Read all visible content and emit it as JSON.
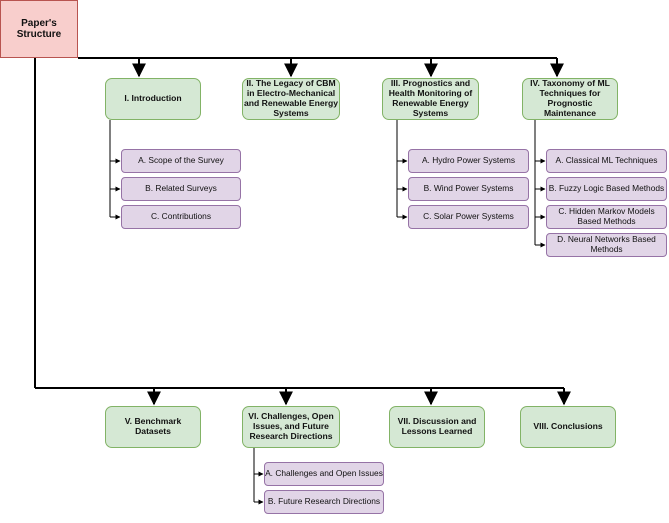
{
  "root": {
    "label": "Paper's Structure"
  },
  "sections": [
    {
      "id": "s1",
      "label": "I. Introduction"
    },
    {
      "id": "s2",
      "label": "II.  The Legacy of  CBM in Electro-Mechanical and Renewable Energy Systems"
    },
    {
      "id": "s3",
      "label": "III. Prognostics and Health Monitoring of Renewable Energy Systems"
    },
    {
      "id": "s4",
      "label": "IV. Taxonomy of ML Techniques for Prognostic Maintenance"
    },
    {
      "id": "s5",
      "label": "V. Benchmark Datasets"
    },
    {
      "id": "s6",
      "label": "VI. Challenges, Open Issues, and Future Research Directions"
    },
    {
      "id": "s7",
      "label": "VII. Discussion and Lessons Learned"
    },
    {
      "id": "s8",
      "label": "VIII. Conclusions"
    }
  ],
  "subsections": {
    "s1": [
      "A. Scope of the Survey",
      "B. Related Surveys",
      "C. Contributions"
    ],
    "s3": [
      "A. Hydro Power Systems",
      "B. Wind Power Systems",
      "C. Solar Power Systems"
    ],
    "s4": [
      "A.  Classical ML  Techniques",
      "B. Fuzzy Logic  Based Methods",
      "C. Hidden Markov Models Based Methods",
      "D. Neural Networks Based Methods"
    ],
    "s6": [
      "A. Challenges and Open Issues",
      "B. Future Research Directions"
    ]
  }
}
